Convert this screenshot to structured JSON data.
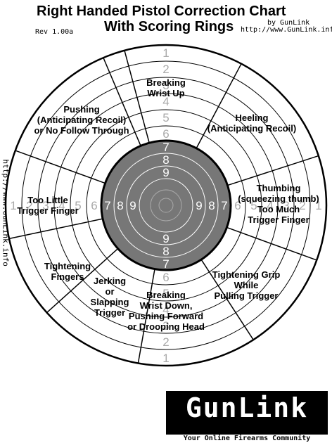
{
  "header": {
    "title_line1": "Right Handed Pistol Correction Chart",
    "title_line2": "With Scoring Rings",
    "revision": "Rev 1.00a",
    "byline": "by GunLink",
    "url": "http://www.GunLink.info",
    "side_url": "http://www.GunLink.info"
  },
  "segments": [
    {
      "id": "breaking-wrist-up",
      "lines": [
        "Breaking",
        "Wrist Up"
      ]
    },
    {
      "id": "heeling",
      "lines": [
        "Heeling",
        "(Anticipating Recoil)"
      ]
    },
    {
      "id": "thumbing",
      "lines": [
        "Thumbing",
        "(squeezing thumb)",
        "Too Much",
        "Trigger Finger"
      ]
    },
    {
      "id": "tightening-grip",
      "lines": [
        "Tightening Grip",
        "While",
        "Pulling Trigger"
      ]
    },
    {
      "id": "breaking-wrist-down",
      "lines": [
        "Breaking",
        "Wrist Down,",
        "Pushing Forward",
        "or Drooping Head"
      ]
    },
    {
      "id": "jerking",
      "lines": [
        "Jerking",
        "or",
        "Slapping",
        "Trigger"
      ]
    },
    {
      "id": "tightening-fingers",
      "lines": [
        "Tightening",
        "Fingers"
      ]
    },
    {
      "id": "too-little-trigger",
      "lines": [
        "Too Little",
        "Trigger Finger"
      ]
    },
    {
      "id": "pushing",
      "lines": [
        "Pushing",
        "(Anticipating Recoil)",
        "or No Follow Through"
      ]
    }
  ],
  "rings": {
    "top": [
      "1",
      "2",
      "3",
      "4",
      "5",
      "6",
      "7",
      "8",
      "9"
    ],
    "bottom": [
      "9",
      "8",
      "7",
      "6",
      "5",
      "4",
      "3",
      "2",
      "1"
    ],
    "left": [
      "1",
      "2",
      "3",
      "4",
      "5",
      "6",
      "7",
      "8",
      "9"
    ],
    "right": [
      "9",
      "8",
      "7",
      "6",
      "5",
      "4",
      "3",
      "2",
      "1"
    ]
  },
  "logo": {
    "text": "GunLink",
    "tagline": "Your Online Firearms Community"
  }
}
